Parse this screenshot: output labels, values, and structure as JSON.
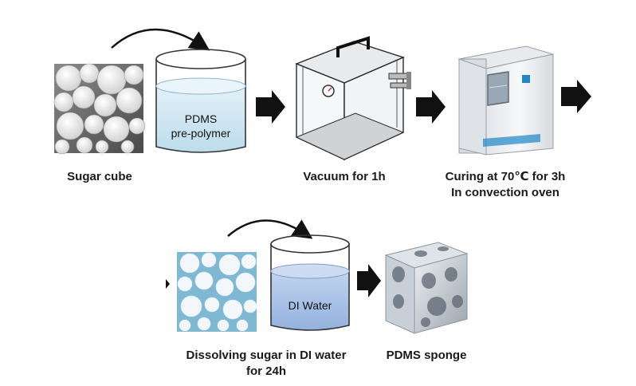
{
  "steps": {
    "sugar_cube": {
      "caption": "Sugar cube"
    },
    "pdms_beaker": {
      "label_line1": "PDMS",
      "label_line2": "pre-polymer"
    },
    "vacuum": {
      "caption": "Vacuum for 1h"
    },
    "curing": {
      "caption_line1": "Curing at 70℃ for 3h",
      "caption_line2": "In convection oven"
    },
    "dissolving": {
      "caption_line1": "Dissolving sugar in DI water",
      "caption_line2": "for 24h"
    },
    "water_beaker": {
      "label": "DI Water"
    },
    "sponge": {
      "caption": "PDMS sponge"
    }
  },
  "colors": {
    "arrow": "#111111",
    "pdms_liquid": "#cfe6f2",
    "water_liquid": "#a9c3e8",
    "infiltrated_cube": "#7fb8d2",
    "oven_body": "#f1f2f4",
    "oven_panel": "#1f86c8"
  },
  "icons": [
    "curved-arrow-icon",
    "process-arrow-icon"
  ]
}
